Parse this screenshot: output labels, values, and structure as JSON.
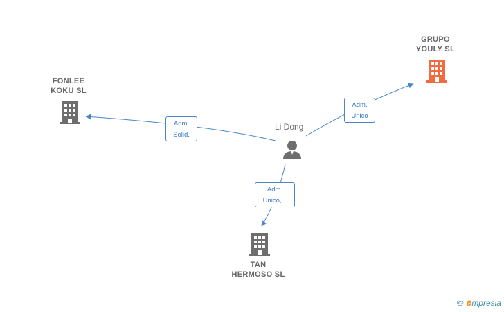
{
  "center": {
    "name": "Li Dong",
    "icon": "person-icon"
  },
  "companies": [
    {
      "id": "fonlee",
      "lines": [
        "FONLEE",
        "KOKU  SL"
      ],
      "icon": "building-icon",
      "color": "#6e6e6e"
    },
    {
      "id": "grupo",
      "lines": [
        "GRUPO",
        "YOULY  SL"
      ],
      "icon": "building-icon",
      "color": "#f26a3d"
    },
    {
      "id": "tan",
      "lines": [
        "TAN",
        "HERMOSO  SL"
      ],
      "icon": "building-icon",
      "color": "#6e6e6e"
    }
  ],
  "edges": [
    {
      "to": "fonlee",
      "lines": [
        "Adm.",
        "Solid."
      ]
    },
    {
      "to": "grupo",
      "lines": [
        "Adm.",
        "Unico"
      ]
    },
    {
      "to": "tan",
      "lines": [
        "Adm.",
        "Unico,..."
      ]
    }
  ],
  "colors": {
    "edge": "#4a86c8",
    "node_default": "#6e6e6e",
    "node_highlight": "#f26a3d"
  },
  "footer": {
    "copyright": "©",
    "brand_initial": "e",
    "brand_rest": "mpresia"
  }
}
